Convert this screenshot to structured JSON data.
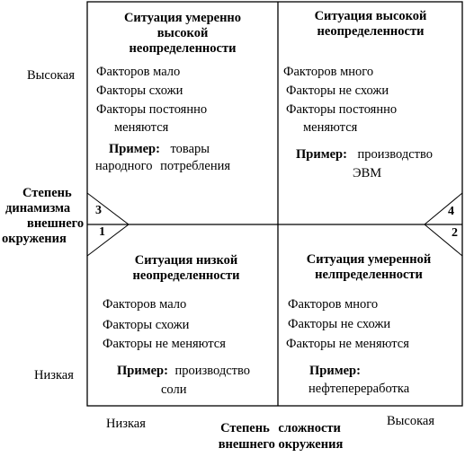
{
  "y_axis": {
    "label_lines": [
      "Степень",
      "динамизма",
      "внешнего",
      "окружения"
    ],
    "high": "Высокая",
    "low": "Низкая"
  },
  "x_axis": {
    "label_lines": [
      "Степень сложности",
      "внешнего окружения"
    ],
    "low": "Низкая",
    "high": "Высокая"
  },
  "quadrants": {
    "top_left": {
      "number": "3",
      "title_lines": [
        "Ситуация умеренно",
        "высокой",
        "неопределенности"
      ],
      "factors": [
        "Факторов мало",
        "Факторы схожи",
        "Факторы постоянно",
        "меняются"
      ],
      "example_label": "Пример:",
      "example_text_1": "товары",
      "example_text_2": "народного потребления"
    },
    "top_right": {
      "number": "4",
      "title_lines": [
        "Ситуация высокой",
        "неопределенности"
      ],
      "factors": [
        "Факторов много",
        "Факторы не схожи",
        "Факторы постоянно",
        "меняются"
      ],
      "example_label": "Пример:",
      "example_text_1": "производство",
      "example_text_2": "ЭВМ"
    },
    "bottom_left": {
      "number": "1",
      "title_lines": [
        "Ситуация низкой",
        "неопределенности"
      ],
      "factors": [
        "Факторов мало",
        "Факторы схожи",
        "Факторы не меняются"
      ],
      "example_label": "Пример:",
      "example_text_1": "производство",
      "example_text_2": "соли"
    },
    "bottom_right": {
      "number": "2",
      "title_lines": [
        "Ситуация умеренной",
        "нелпределенности"
      ],
      "factors": [
        "Факторов много",
        "Факторы не схожи",
        "Факторы не меняются"
      ],
      "example_label": "Пример:",
      "example_text_1": "",
      "example_text_2": "нефтепереработка"
    }
  }
}
